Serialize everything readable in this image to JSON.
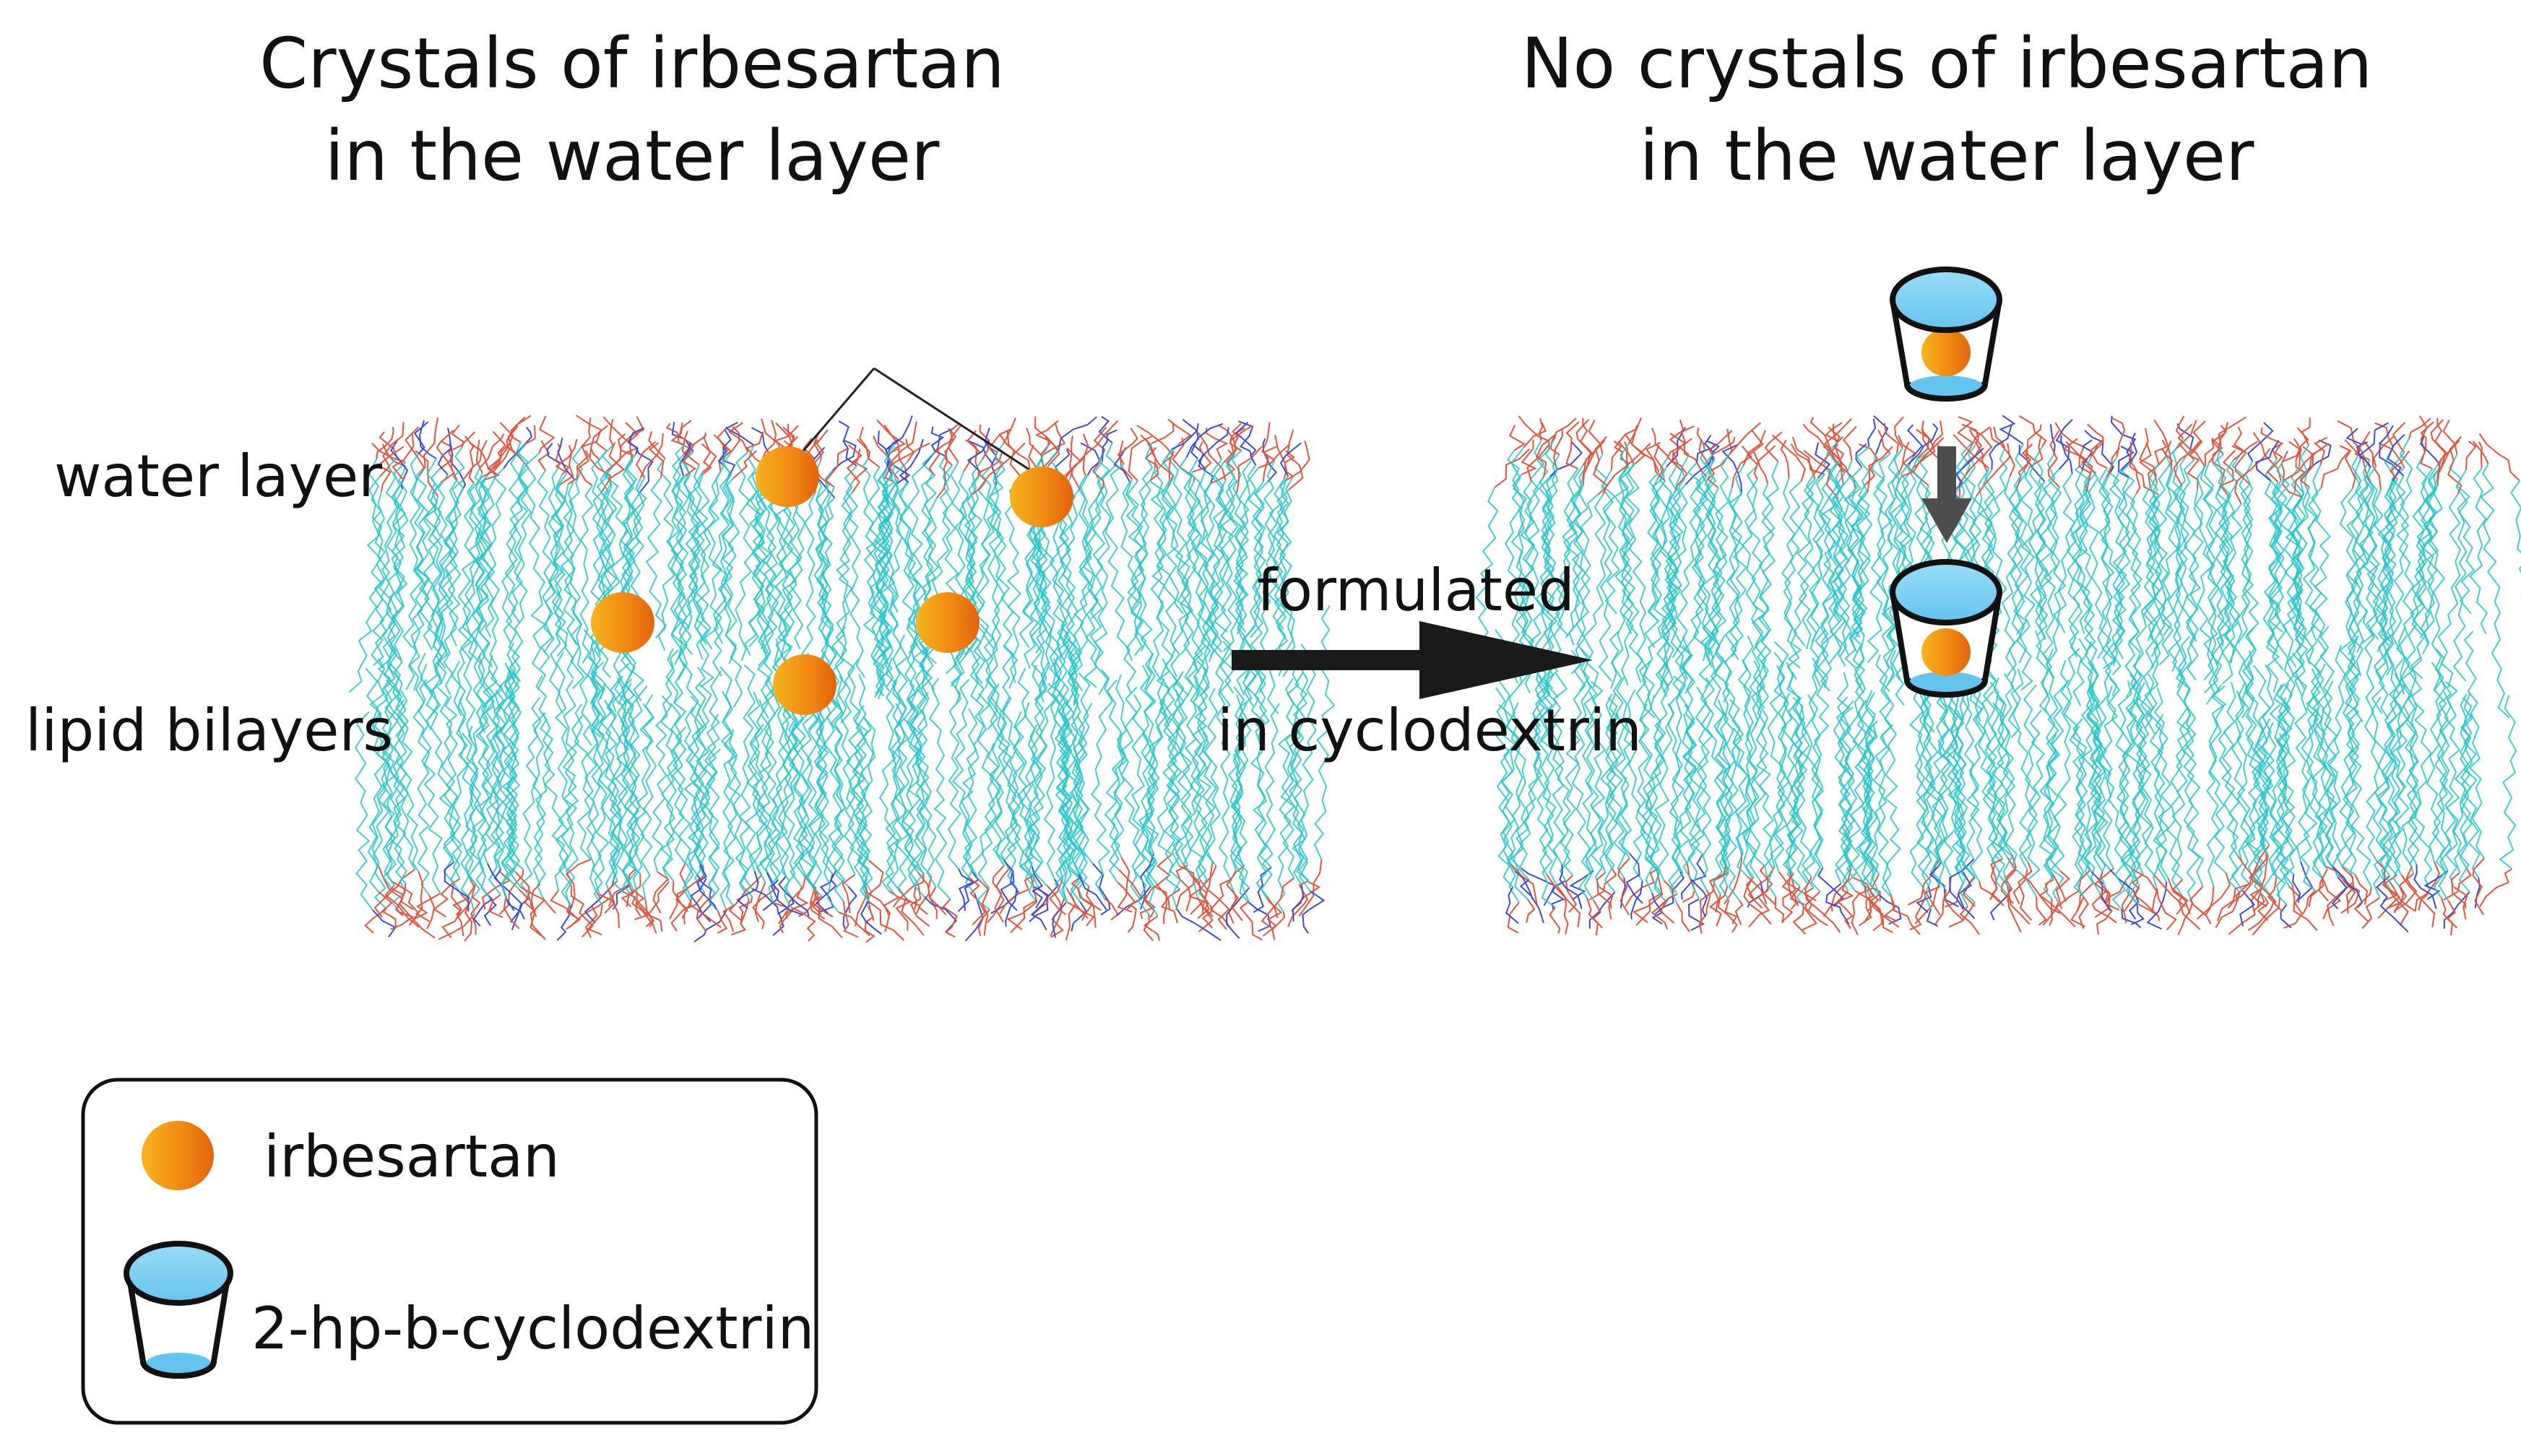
{
  "left_panel": {
    "title_line1": "Crystals of irbesartan",
    "title_line2": "in the water layer",
    "water_layer_label": "water layer",
    "lipid_bilayers_label": "lipid bilayers"
  },
  "right_panel": {
    "title_line1": "No crystals of irbesartan",
    "title_line2": "in the water layer"
  },
  "arrow": {
    "label_top": "formulated",
    "label_bottom": "in cyclodextrin"
  },
  "legend": {
    "irbesartan_label": "irbesartan",
    "cyclodextrin_label": "2-hp-b-cyclodextrin"
  },
  "colors": {
    "lipid_tails": "#21c6c9",
    "lipid_heads": "#e5533c",
    "lipid_n": "#3b4bd6",
    "irbesartan": "#f08a12",
    "cyclodextrin": "#7fd0f0"
  }
}
